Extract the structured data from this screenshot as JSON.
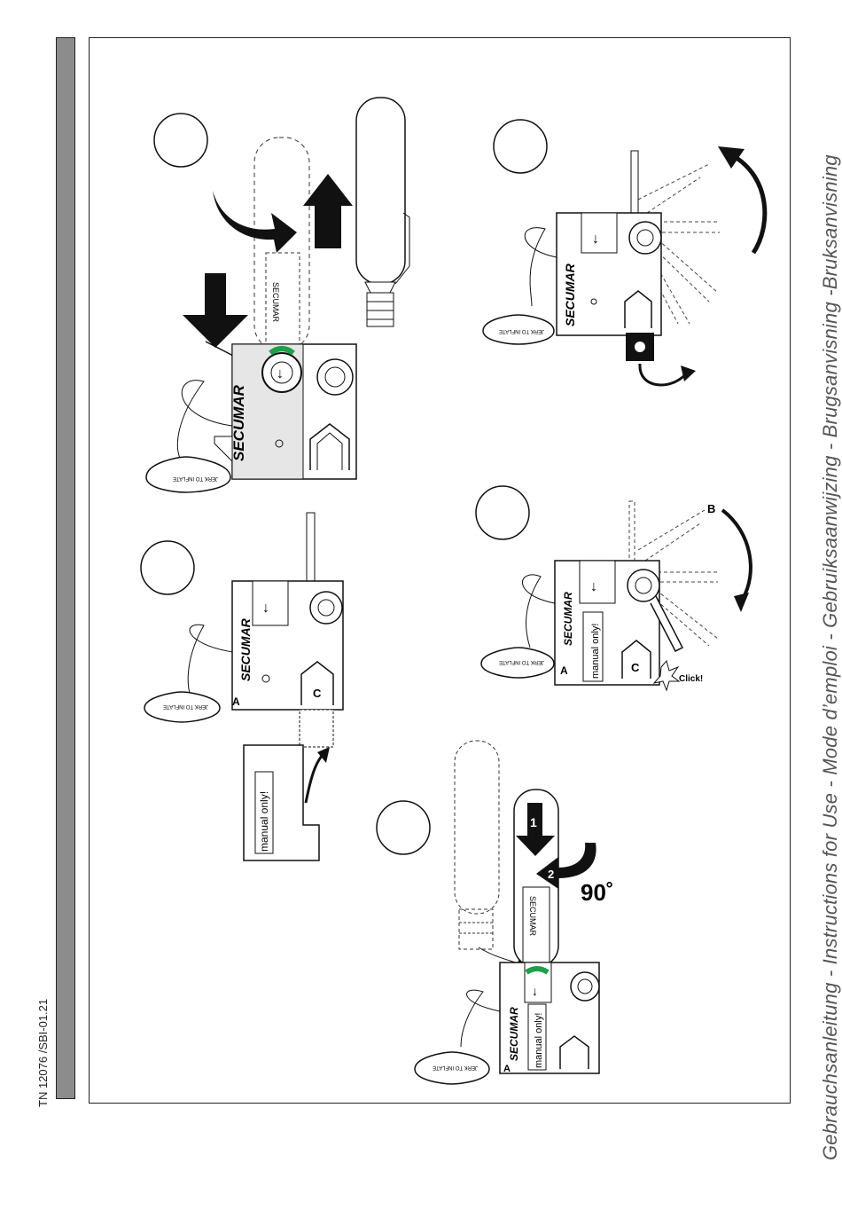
{
  "document": {
    "reference": "TN 12076 /SBI-01.21",
    "title": "Gebrauchsanleitung - Instructions for Use - Mode d’emploi -  Gebruiksaanwijzing  - Brugsanvisning -Bruksanvisning"
  },
  "device": {
    "brand": "SECUMAR",
    "toggle_text": "JERK TO INFLATE",
    "manual_label": "manual only!",
    "cartridge_logo": "SECUMAR"
  },
  "panels": {
    "p3": {
      "letter_a": "A",
      "letter_c": "C"
    },
    "p4": {
      "letter_a": "A",
      "letter_b": "B",
      "letter_c": "C",
      "click": "Click!"
    },
    "p5": {
      "letter_a": "A",
      "step1": "1",
      "step2": "2",
      "angle": "90˚"
    }
  },
  "colors": {
    "indicator_green": "#1e9f4a",
    "sidebar_gray": "#8c8c8c"
  }
}
